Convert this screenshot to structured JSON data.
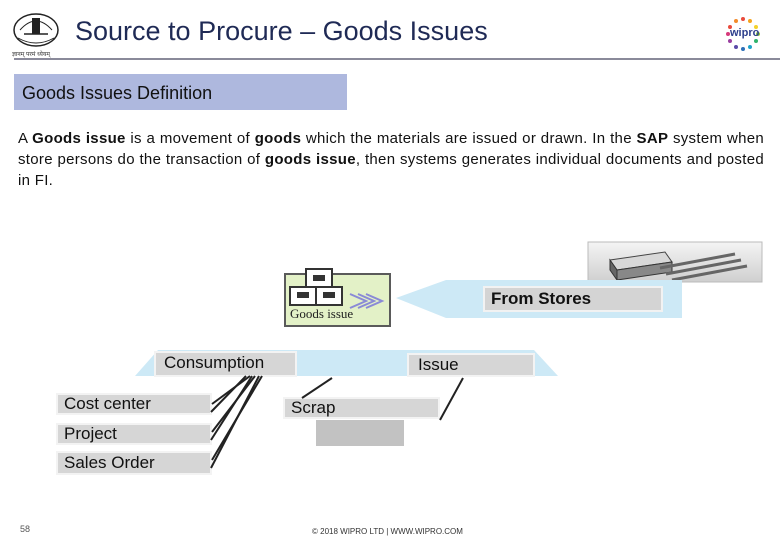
{
  "header": {
    "title": "Source to Procure – Goods Issues",
    "brand_right": "wipro",
    "brand_left_caption": "ज्ञानम् परमं ध्येयम्"
  },
  "section": {
    "heading": "Goods Issues Definition"
  },
  "definition": {
    "part1": "A ",
    "term1": "Goods issue",
    "part2": " is a movement of ",
    "term2": "goods",
    "part3": " which the materials are issued or drawn. In the ",
    "term3": "SAP",
    "part4": " system when store persons do the transaction of ",
    "term4": "goods issue",
    "part5": ", then systems generates individual documents and posted in FI."
  },
  "diagram": {
    "goods_issue_label": "Goods issue",
    "from_stores": "From Stores",
    "consumption": "Consumption",
    "issue": "Issue",
    "scrap": "Scrap",
    "targets": [
      "Cost center",
      "Project",
      "Sales Order"
    ]
  },
  "footer": {
    "page_number": "58",
    "copyright": "© 2018 WIPRO LTD | WWW.WIPRO.COM"
  },
  "colors": {
    "heading_band": "#aeb8de",
    "title_text": "#1f2a55",
    "light_blue": "#cde9f6",
    "gray_box": "#c8c8c8"
  }
}
